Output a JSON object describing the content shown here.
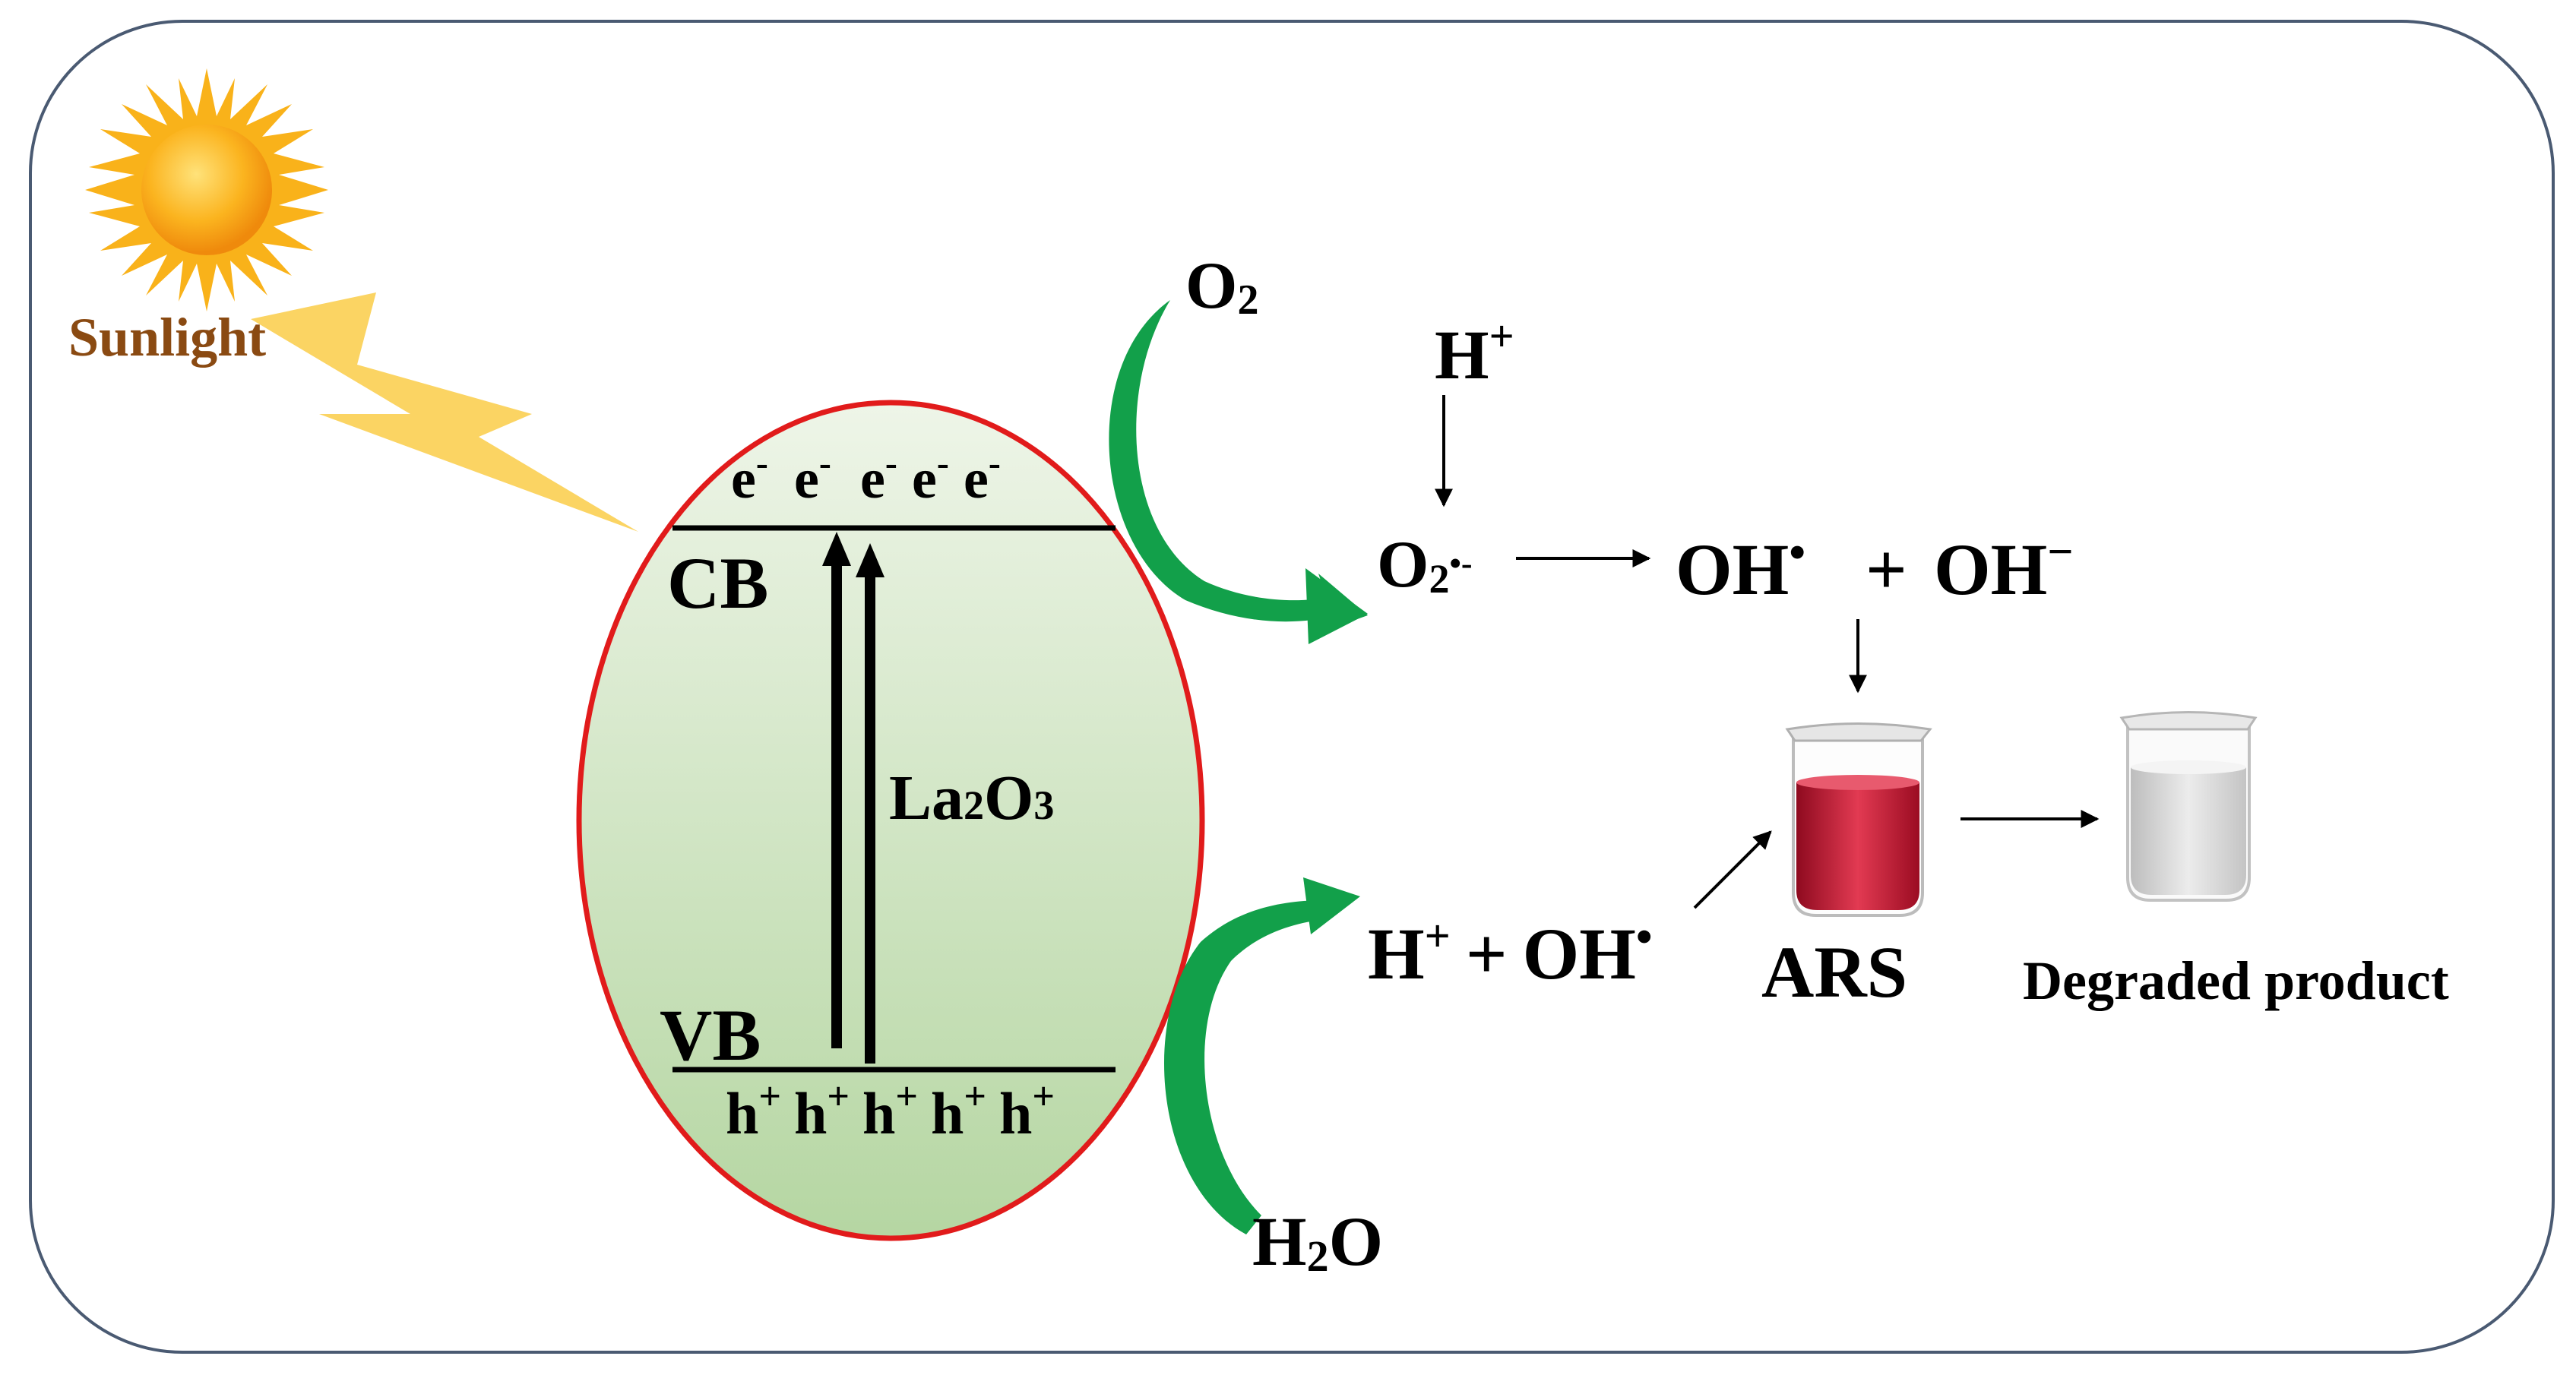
{
  "labels": {
    "sunlight": "Sunlight",
    "electrons": [
      "e",
      "e",
      "e",
      "e",
      "e"
    ],
    "electron_charge": "-",
    "holes": [
      "h",
      "h",
      "h",
      "h",
      "h"
    ],
    "hole_charge": "+",
    "cb": "CB",
    "vb": "VB",
    "catalyst": {
      "a": "La",
      "b": "2",
      "c": "O",
      "d": "3"
    },
    "o2": {
      "base": "O",
      "sub": "2"
    },
    "h_plus": {
      "base": "H",
      "sup": "+"
    },
    "superoxide": {
      "base": "O",
      "sub": "2",
      "sup": "•-"
    },
    "oh_radical": {
      "base": "OH",
      "sup": "•"
    },
    "plus": "+",
    "oh_minus": {
      "base": "OH",
      "sup": "−"
    },
    "h_plus_oh_radical": {
      "h": "H",
      "hsup": "+",
      "plus": "+",
      "oh": "OH",
      "ohsup": "•"
    },
    "h2o": {
      "a": "H",
      "sub": "2",
      "b": "O"
    },
    "ars": "ARS",
    "degraded": "Degraded product"
  },
  "colors": {
    "frame": "#4a5a72",
    "ellipse_border": "#e11b1b",
    "ellipse_fill_top": "#eef5e8",
    "ellipse_fill_bottom": "#b5d6a2",
    "green_arrow": "#12a04a",
    "sun": "#f9b21a",
    "bolt": "#fbd463",
    "ars_liquid": "#c8102e"
  }
}
